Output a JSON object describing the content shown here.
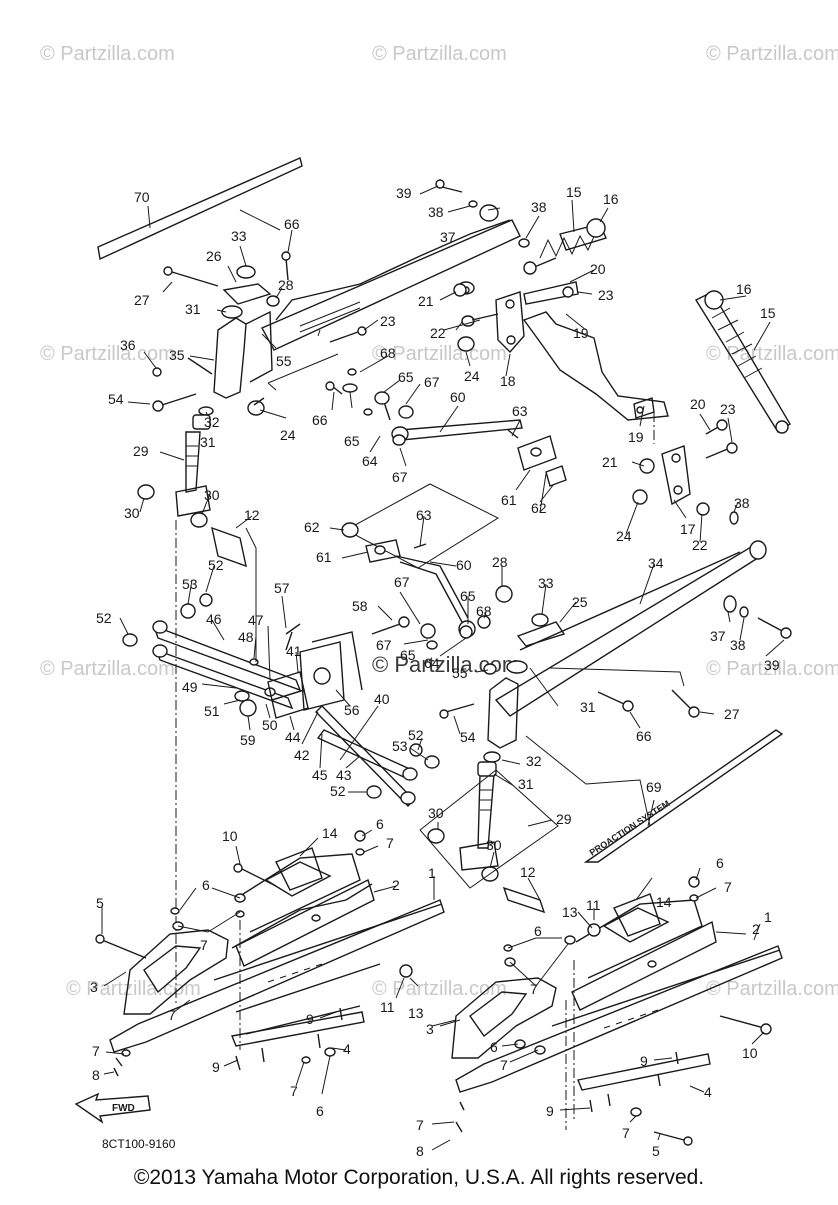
{
  "watermarks": {
    "site": "© Partzilla.com",
    "center": "© Partzilla.com"
  },
  "diagram_code": "8CT100-9160",
  "copyright": "©2013  Yamaha Motor Corporation, U.S.A. All rights reserved.",
  "fwd_label": "FWD",
  "belt_text": "PROACTION SYSTEM",
  "callouts": {
    "c70": "70",
    "c66a": "66",
    "c39a": "39",
    "c38a": "38",
    "c37a": "37",
    "c38b": "38",
    "c15a": "15",
    "c16a": "16",
    "c33a": "33",
    "c26": "26",
    "c28a": "28",
    "c27a": "27",
    "c31a": "31",
    "c20a": "20",
    "c21a": "21",
    "c23a": "23",
    "c22a": "22",
    "c19a": "19",
    "c23b": "23",
    "c36": "36",
    "c35": "35",
    "c55a": "55",
    "c68a": "68",
    "c65a": "65",
    "c67a": "67",
    "c24a": "24",
    "c18": "18",
    "c54a": "54",
    "c32a": "32",
    "c31b": "31",
    "c24b": "24",
    "c66b": "66",
    "c65b": "65",
    "c60a": "60",
    "c63a": "63",
    "c64a": "64",
    "c16b": "16",
    "c15b": "15",
    "c20b": "20",
    "c23c": "23",
    "c19b": "19",
    "c29a": "29",
    "c67b": "67",
    "c61a": "61",
    "c62a": "62",
    "c21b": "21",
    "c30a": "30",
    "c30b": "30",
    "c12a": "12",
    "c17": "17",
    "c38c": "38",
    "c24c": "24",
    "c22b": "22",
    "c62b": "62",
    "c63b": "63",
    "c61b": "61",
    "c60b": "60",
    "c34": "34",
    "c52a": "52",
    "c53a": "53",
    "c57": "57",
    "c28b": "28",
    "c33b": "33",
    "c25": "25",
    "c67c": "67",
    "c65c": "65",
    "c58": "58",
    "c68b": "68",
    "c52b": "52",
    "c46": "46",
    "c47": "47",
    "c48": "48",
    "c41": "41",
    "c67d": "67",
    "c64b": "64",
    "c65d": "65",
    "c55b": "55",
    "c37b": "37",
    "c38d": "38",
    "c39b": "39",
    "c49": "49",
    "c51": "51",
    "c50": "50",
    "c44": "44",
    "c56": "56",
    "c54b": "54",
    "c31c": "31",
    "c27b": "27",
    "c66c": "66",
    "c59": "59",
    "c42": "42",
    "c40": "40",
    "c45": "45",
    "c43": "43",
    "c53b": "53",
    "c52c": "52",
    "c52d": "52",
    "c32b": "32",
    "c31d": "31",
    "c69": "69",
    "c29b": "29",
    "c14a": "14",
    "c10a": "10",
    "c6a": "6",
    "c7a": "7",
    "c30c": "30",
    "c30d": "30",
    "c6b": "6",
    "c2a": "2",
    "c1a": "1",
    "c12b": "12",
    "c5a": "5",
    "c7b": "7",
    "c13a": "13",
    "c11a": "11",
    "c14b": "14",
    "c6c": "6",
    "c7c": "7",
    "c3a": "3",
    "c7d": "7",
    "c11b": "11",
    "c13b": "13",
    "c9a": "9",
    "c6d": "6",
    "c7e": "7",
    "c2b": "2",
    "c1b": "1",
    "c7f": "7",
    "c8a": "8",
    "c9b": "9",
    "c4a": "4",
    "c7g": "7",
    "c6e": "6",
    "c3b": "3",
    "c10b": "10",
    "c6f": "6",
    "c7h": "7",
    "c9c": "9",
    "c7i": "7",
    "c8b": "8",
    "c9d": "9",
    "c4b": "4",
    "c7j": "7",
    "c5b": "5"
  }
}
